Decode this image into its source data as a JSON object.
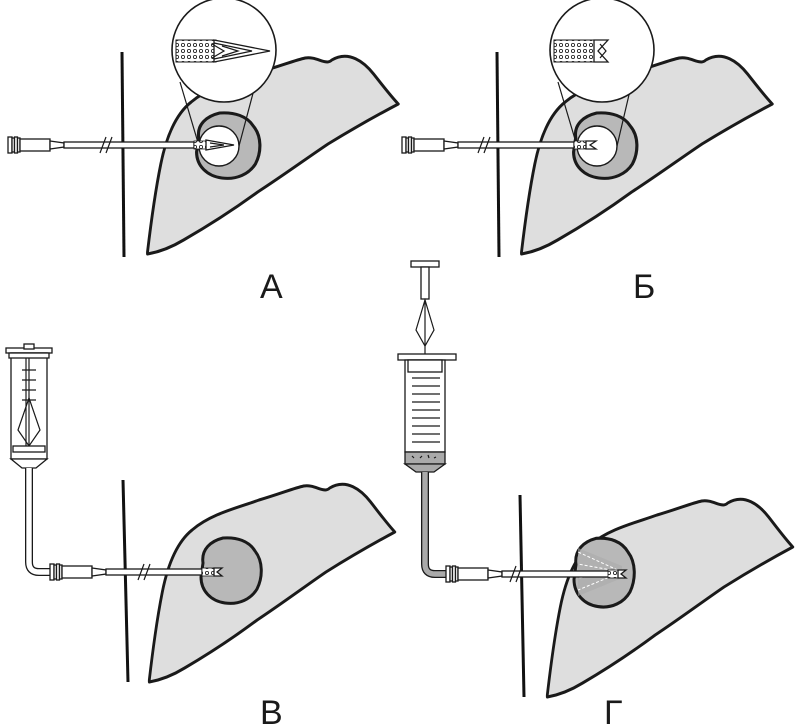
{
  "panels": [
    {
      "id": "a",
      "label": "А"
    },
    {
      "id": "b",
      "label": "Б"
    },
    {
      "id": "c",
      "label": "В"
    },
    {
      "id": "d",
      "label": "Г"
    }
  ],
  "colors": {
    "organ_fill": "#dedede",
    "lesion_fill": "#b8b8b8",
    "outline": "#1a1a1a",
    "injected_fluid": "#aaaaaa"
  }
}
